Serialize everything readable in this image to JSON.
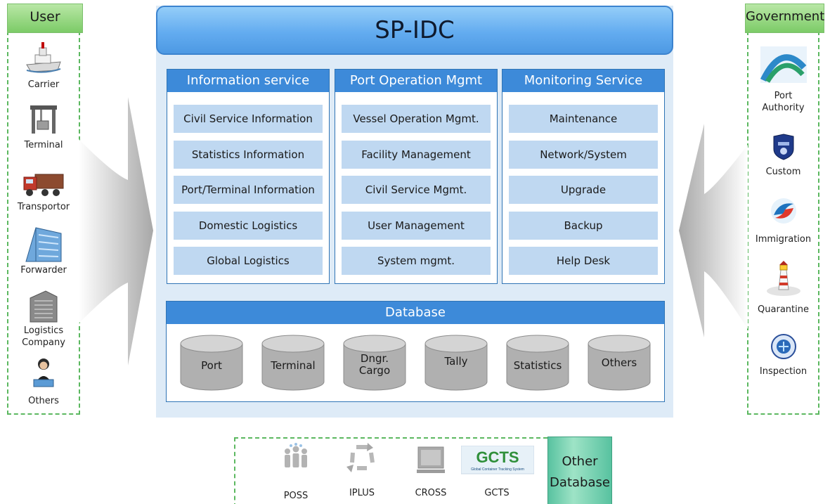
{
  "title": "SP-IDC",
  "user": {
    "header": "User",
    "items": [
      {
        "label": "Carrier",
        "icon": "ship-icon"
      },
      {
        "label": "Terminal",
        "icon": "crane-icon"
      },
      {
        "label": "Transportor",
        "icon": "truck-icon"
      },
      {
        "label": "Forwarder",
        "icon": "office-building-icon"
      },
      {
        "label_lines": [
          "Logistics",
          "Company"
        ],
        "icon": "building-icon"
      },
      {
        "label": "Others",
        "icon": "person-laptop-icon"
      }
    ]
  },
  "government": {
    "header": "Government",
    "items": [
      {
        "label_lines": [
          "Port",
          "Authority"
        ],
        "icon": "port-authority-logo-icon"
      },
      {
        "label": "Custom",
        "icon": "customs-badge-icon"
      },
      {
        "label": "Immigration",
        "icon": "immigration-logo-icon"
      },
      {
        "label": "Quarantine",
        "icon": "lighthouse-icon"
      },
      {
        "label": "Inspection",
        "icon": "inspection-seal-icon"
      }
    ]
  },
  "services": [
    {
      "title": "Information service",
      "items": [
        "Civil Service Information",
        "Statistics Information",
        "Port/Terminal Information",
        "Domestic Logistics",
        "Global Logistics"
      ]
    },
    {
      "title": "Port Operation Mgmt",
      "items": [
        "Vessel Operation  Mgmt.",
        "Facility Management",
        "Civil Service Mgmt.",
        "User Management",
        "System mgmt."
      ]
    },
    {
      "title": "Monitoring Service",
      "items": [
        "Maintenance",
        "Network/System",
        "Upgrade",
        "Backup",
        "Help Desk"
      ]
    }
  ],
  "database": {
    "title": "Database",
    "items": [
      {
        "lines": [
          "Port"
        ]
      },
      {
        "lines": [
          "Terminal"
        ]
      },
      {
        "lines": [
          "Dngr.",
          "Cargo"
        ]
      },
      {
        "lines": [
          "Tally"
        ]
      },
      {
        "lines": [
          "Statistics"
        ]
      },
      {
        "lines": [
          "Others"
        ]
      }
    ]
  },
  "other_systems": [
    {
      "label": "POSS",
      "icon": "people-group-icon"
    },
    {
      "label": "IPLUS",
      "icon": "recycle-icon"
    },
    {
      "label": "CROSS",
      "icon": "monitor-icon"
    },
    {
      "label": "GCTS",
      "icon": "gcts-logo-icon",
      "logo_text": "GCTS",
      "logo_subtext": "Global Container Tracking System"
    }
  ],
  "other_database": {
    "lines": [
      "Other",
      "Database"
    ]
  },
  "colors": {
    "green_header": "#7ccb67",
    "blue_header": "#3d8ad9",
    "item_fill": "#bfd8f1",
    "panel_bg": "#deebf7",
    "cylinder": "#b5b5b5"
  }
}
